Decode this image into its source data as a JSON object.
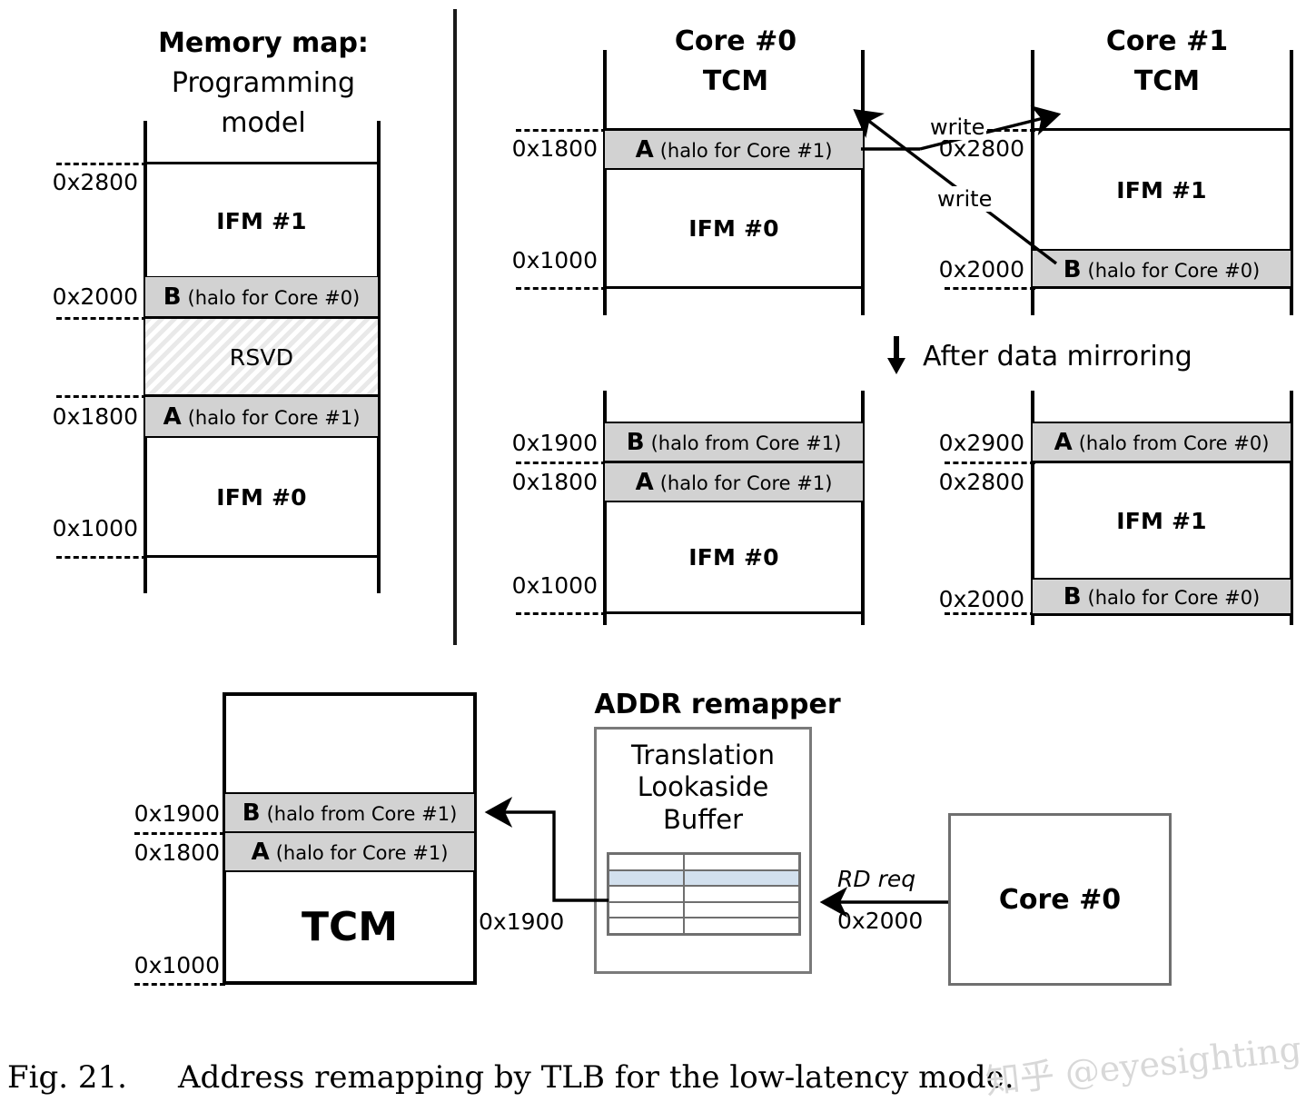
{
  "figure": {
    "caption_number": "Fig. 21.",
    "caption_text": "Address remapping by TLB for the low-latency mode.",
    "watermark": "知乎 @eyesighting"
  },
  "colors": {
    "halo_fill": "#d2d2d2",
    "reserved_hatch": "#e9e9e9",
    "tlb_highlight": "#d2e0ee",
    "stroke": "#000000",
    "gray_stroke": "#6f6f6f"
  },
  "panels": {
    "memory_map": {
      "title_line1": "Memory map:",
      "title_line2": "Programming",
      "title_line3": "model",
      "addresses": [
        "0x2800",
        "0x2000",
        "0x1800",
        "0x1000"
      ],
      "segments": [
        {
          "label": "IFM #1",
          "kind": "plain"
        },
        {
          "tag": "B",
          "label": "(halo for Core #0)",
          "kind": "halo"
        },
        {
          "label": "RSVD",
          "kind": "reserved"
        },
        {
          "tag": "A",
          "label": "(halo for Core #1)",
          "kind": "halo"
        },
        {
          "label": "IFM #0",
          "kind": "plain"
        }
      ]
    },
    "core0_before": {
      "title_line1": "Core #0",
      "title_line2": "TCM",
      "addresses": [
        "0x1800",
        "0x1000"
      ],
      "segments": [
        {
          "tag": "A",
          "label": "(halo for Core #1)",
          "kind": "halo"
        },
        {
          "label": "IFM #0",
          "kind": "plain"
        }
      ]
    },
    "core1_before": {
      "title_line1": "Core #1",
      "title_line2": "TCM",
      "addresses": [
        "0x2800",
        "0x2000"
      ],
      "segments": [
        {
          "label": "IFM #1",
          "kind": "plain"
        },
        {
          "tag": "B",
          "label": "(halo for Core #0)",
          "kind": "halo"
        }
      ]
    },
    "mirroring_note": "After data mirroring",
    "write_labels": [
      "write",
      "write"
    ],
    "core0_after": {
      "addresses": [
        "0x1900",
        "0x1800",
        "0x1000"
      ],
      "segments": [
        {
          "tag": "B",
          "label": "(halo from Core #1)",
          "kind": "halo"
        },
        {
          "tag": "A",
          "label": "(halo for Core #1)",
          "kind": "halo"
        },
        {
          "label": "IFM #0",
          "kind": "plain"
        }
      ]
    },
    "core1_after": {
      "addresses": [
        "0x2900",
        "0x2800",
        "0x2000"
      ],
      "segments": [
        {
          "tag": "A",
          "label": "(halo from Core #0)",
          "kind": "halo"
        },
        {
          "label": "IFM #1",
          "kind": "plain"
        },
        {
          "tag": "B",
          "label": "(halo for Core #0)",
          "kind": "halo"
        }
      ]
    },
    "tcm_bottom": {
      "addresses": [
        "0x1900",
        "0x1800",
        "0x1000"
      ],
      "segments": [
        {
          "tag": "B",
          "label": "(halo from Core #1)",
          "kind": "halo"
        },
        {
          "tag": "A",
          "label": "(halo for Core #1)",
          "kind": "halo"
        },
        {
          "label": "TCM",
          "kind": "plain"
        }
      ]
    },
    "remapper": {
      "title": "ADDR remapper",
      "tlb_line1": "Translation",
      "tlb_line2": "Lookaside",
      "tlb_line3": "Buffer",
      "tlb_rows": 5,
      "tlb_highlight_row_index": 1,
      "output_addr": "0x1900",
      "request_label": "RD req",
      "request_addr": "0x2000"
    },
    "core0_block": {
      "label": "Core #0"
    }
  }
}
